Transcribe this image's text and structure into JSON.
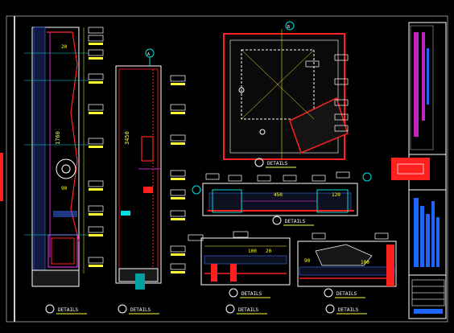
{
  "colors": {
    "background": "#000000",
    "outline": "#ffffff",
    "dimension": "#ffff33",
    "section": "#ff2020",
    "title_block": "#1e66ff",
    "hatch": "#3a6fff",
    "callout": "#00e0e0",
    "accent_magenta": "#ff33ff"
  },
  "captions": {
    "c1": "DETAILS",
    "c2": "DETAILS",
    "c3": "DETAILS",
    "c4": "DETAILS",
    "c5": "DETAILS",
    "c6": "DETAILS",
    "c7": "DETAILS",
    "c8": "DETAILS"
  },
  "dims": {
    "d450": "450",
    "d120": "120",
    "d90": "90",
    "d100": "100"
  }
}
